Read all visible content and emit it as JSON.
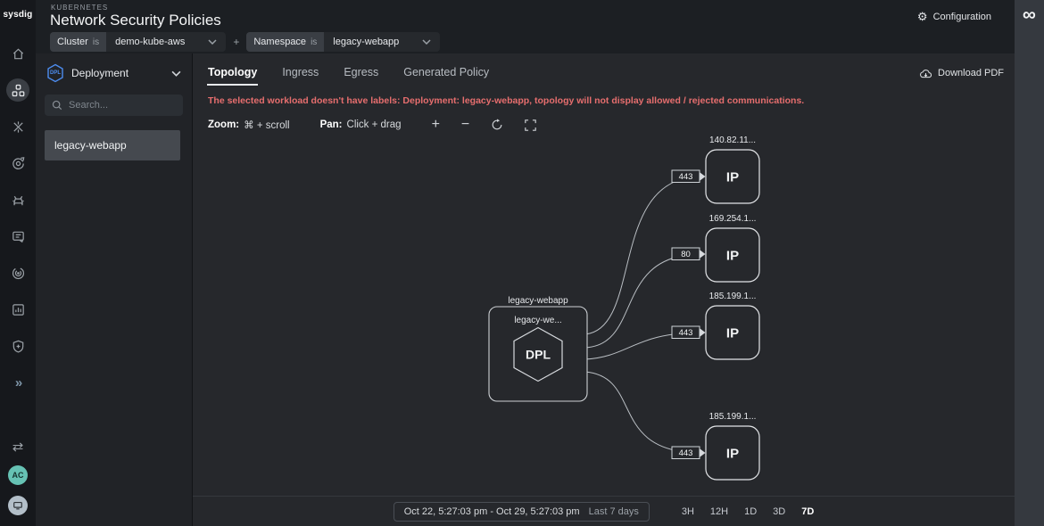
{
  "brand": {
    "logo": "sysdig",
    "right_logo": "∞"
  },
  "header": {
    "eyebrow": "KUBERNETES",
    "title": "Network Security Policies",
    "configuration_label": "Configuration",
    "gear_glyph": "⚙"
  },
  "filters": {
    "cluster": {
      "label": "Cluster",
      "op": "is",
      "value": "demo-kube-aws"
    },
    "add_label": "+",
    "namespace": {
      "label": "Namespace",
      "op": "is",
      "value": "legacy-webapp"
    }
  },
  "sidebar": {
    "type_selector": {
      "badge": "DPL",
      "label": "Deployment"
    },
    "search_placeholder": "Search...",
    "items": [
      {
        "label": "legacy-webapp",
        "selected": true
      }
    ]
  },
  "tabs": [
    {
      "label": "Topology",
      "active": true
    },
    {
      "label": "Ingress",
      "active": false
    },
    {
      "label": "Egress",
      "active": false
    },
    {
      "label": "Generated Policy",
      "active": false
    }
  ],
  "download_pdf_label": "Download PDF",
  "warning": "The selected workload doesn't have labels: Deployment: legacy-webapp, topology will not display allowed / rejected communications.",
  "canvas_controls": {
    "zoom_label": "Zoom:",
    "zoom_keys": "⌘ + scroll",
    "pan_label": "Pan:",
    "pan_keys": "Click + drag",
    "plus_glyph": "+",
    "minus_glyph": "−"
  },
  "topology": {
    "group_label": "legacy-webapp",
    "workload": {
      "label": "legacy-we...",
      "type": "DPL"
    },
    "targets": [
      {
        "ip": "140.82.11...",
        "port": "443",
        "type": "IP"
      },
      {
        "ip": "169.254.1...",
        "port": "80",
        "type": "IP"
      },
      {
        "ip": "185.199.1...",
        "port": "443",
        "type": "IP"
      },
      {
        "ip": "185.199.1...",
        "port": "443",
        "type": "IP"
      }
    ]
  },
  "timebar": {
    "range": "Oct 22, 5:27:03 pm - Oct 29, 5:27:03 pm",
    "preset": "Last 7 days",
    "options": [
      "3H",
      "12H",
      "1D",
      "3D",
      "7D"
    ],
    "active_option": "7D"
  },
  "footer_icons": {
    "swap_glyph": "⇄",
    "expand_glyph": "»",
    "avatar_initials": "AC"
  },
  "colors": {
    "bg_main": "#26282c",
    "bg_rail": "#16181c",
    "bg_header": "#1c1f23",
    "bg_sidebar": "#212327",
    "selected_item": "#45494f",
    "warning_red": "#e66e6e",
    "teal_avatar": "#66c2b4",
    "dpl_blue": "#4d8df0",
    "edge_stroke": "#b9bec3"
  }
}
